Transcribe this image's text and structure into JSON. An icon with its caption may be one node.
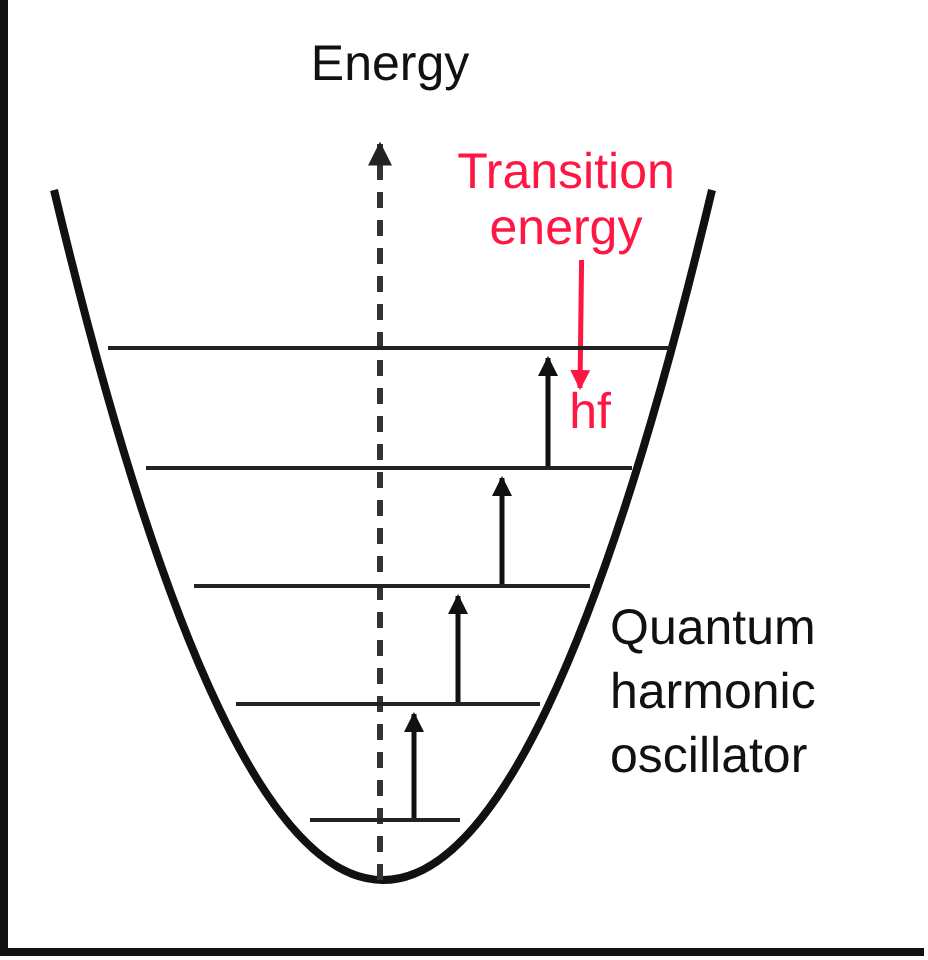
{
  "diagram": {
    "nodes": [
      {
        "text": [],
        "shape": "bar"
      },
      {
        "text": [],
        "shape": "bar"
      },
      {
        "text": [],
        "shape": "bar"
      },
      {
        "text": [],
        "shape": "bar"
      },
      {
        "text": [],
        "shape": "bar"
      },
      {
        "text": [
          "Transition energy"
        ]
      },
      {
        "text": [
          "hf"
        ]
      }
    ],
    "edges": [
      {
        "from": 4,
        "to": 3,
        "arrow": "to"
      },
      {
        "from": 3,
        "to": 2,
        "arrow": "to"
      },
      {
        "from": 2,
        "to": 1,
        "arrow": "to"
      },
      {
        "from": 1,
        "to": 0,
        "arrow": "to"
      },
      {
        "from": 5,
        "to": 6,
        "arrow": "to",
        "color": "#ff1744"
      }
    ],
    "labels": [
      "Energy",
      "Quantum harmonic oscillator"
    ]
  }
}
